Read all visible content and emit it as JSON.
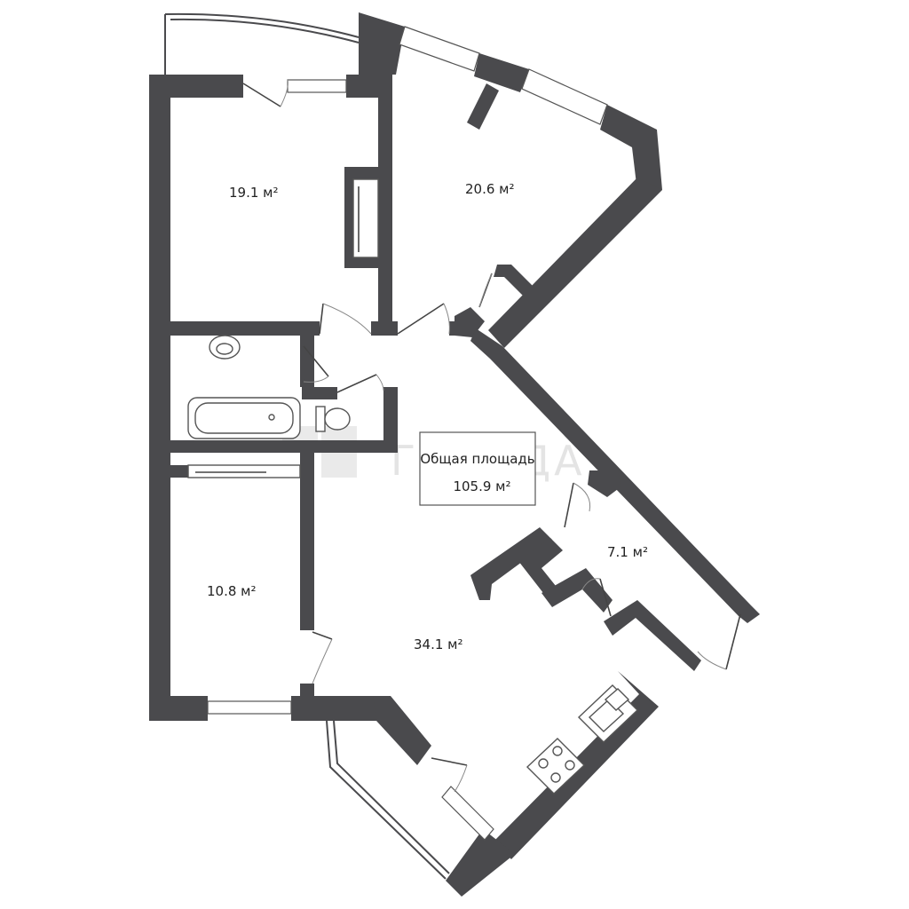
{
  "rooms": [
    {
      "id": "bedroom-top-left",
      "area": "19.1 м²"
    },
    {
      "id": "bedroom-top-right",
      "area": "20.6 м²"
    },
    {
      "id": "bedroom-left",
      "area": "10.8 м²"
    },
    {
      "id": "living-kitchen",
      "area": "34.1 м²"
    },
    {
      "id": "right-room",
      "area": "7.1 м²"
    }
  ],
  "total": {
    "label": "Общая площадь",
    "value": "105.9 м²"
  },
  "watermark": "ГОРОДА"
}
